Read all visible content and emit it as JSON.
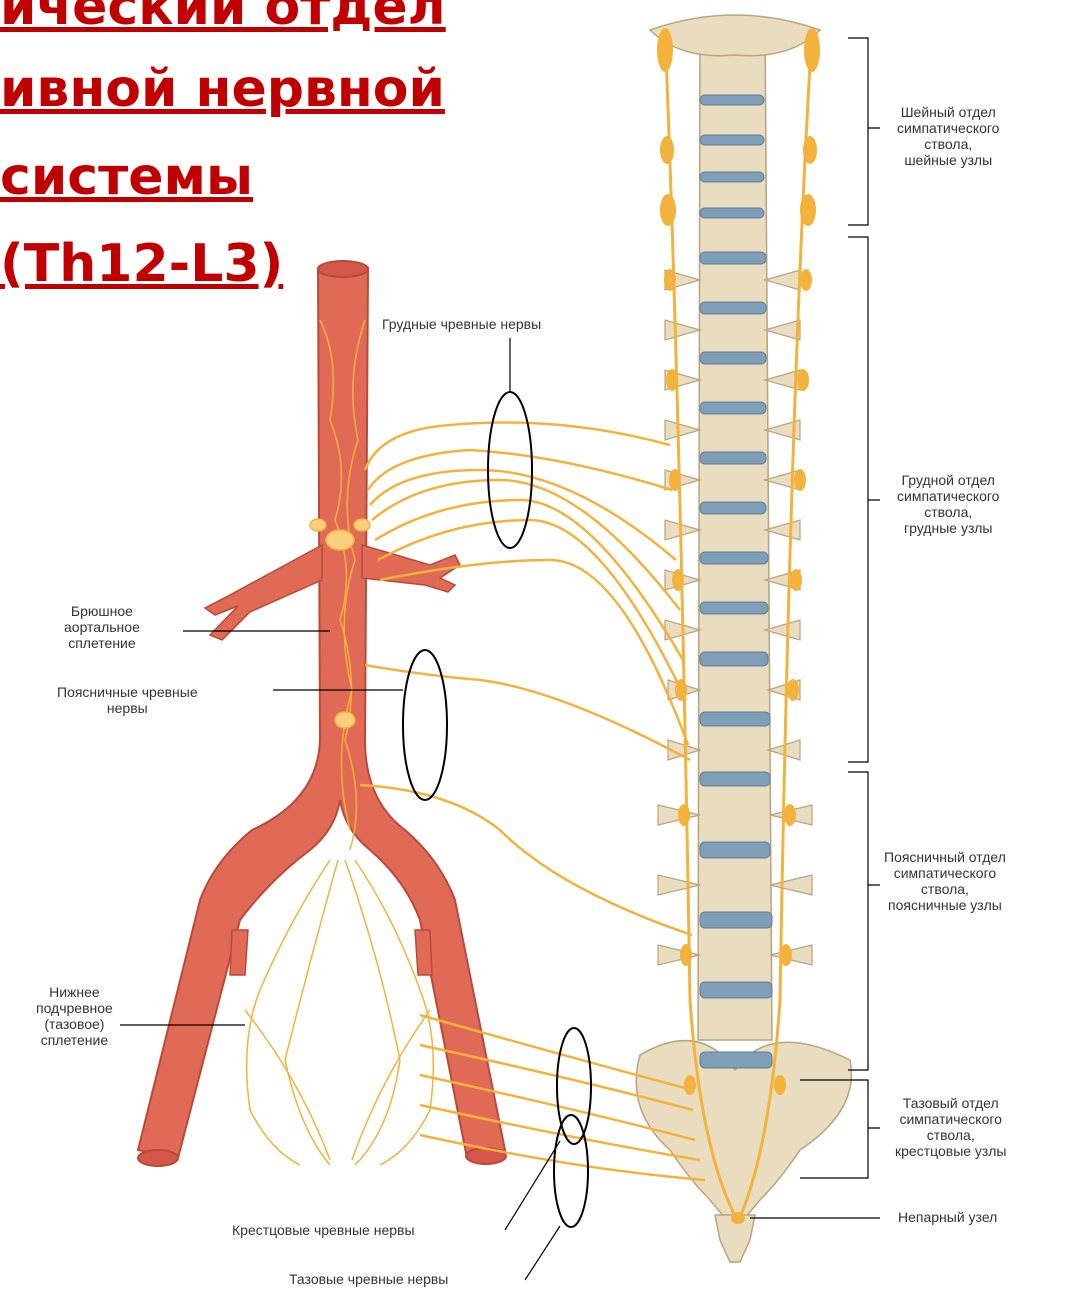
{
  "title": {
    "lines": [
      "ический отдел",
      "ивной нервной",
      "системы",
      "(Th12-L3)"
    ]
  },
  "labels": {
    "cervical": [
      "Шейный отдел",
      "симпатического",
      "ствола,",
      "шейные узлы"
    ],
    "thoracic_splanchnic": "Грудные чревные нервы",
    "thoracic": [
      "Грудной отдел",
      "симпатического",
      "ствола,",
      "грудные узлы"
    ],
    "abdominal_aortic_plexus": [
      "Брюшное",
      "аортальное",
      "сплетение"
    ],
    "lumbar_splanchnic": [
      "Поясничные чревные",
      "нервы"
    ],
    "lumbar": [
      "Поясничный отдел",
      "симпатического",
      "ствола,",
      "поясничные узлы"
    ],
    "inferior_hypogastric_plexus": [
      "Нижнее",
      "подчревное",
      "(тазовое)",
      "сплетение"
    ],
    "pelvic_part": [
      "Тазовый отдел",
      "симпатического",
      "ствола,",
      "крестцовые узлы"
    ],
    "ganglion_impar": "Непарный узел",
    "sacral_splanchnic": "Крестцовые чревные нервы",
    "pelvic_splanchnic": "Тазовые чревные нервы"
  },
  "colors": {
    "title": "#c00000",
    "nerve": "#f2b23c",
    "aorta": "#e06a55",
    "bone": "#e9dcbf",
    "disc": "#7f9fb8"
  }
}
